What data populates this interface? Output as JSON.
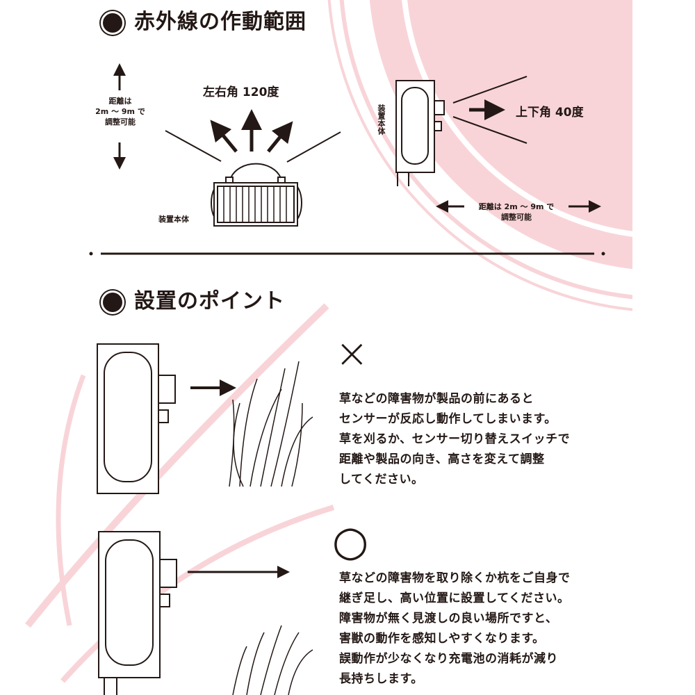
{
  "colors": {
    "pink": "#f8d4d8",
    "ink": "#231815"
  },
  "section1": {
    "title": "赤外線の作動範囲",
    "horizontal_angle": "左右角 120度",
    "vertical_angle": "上下角 40度",
    "distance_left": [
      "距離は",
      "2m ～ 9m で",
      "調整可能"
    ],
    "distance_bottom": [
      "距離は 2m ～ 9m で",
      "調整可能"
    ],
    "device_label": "装置本体"
  },
  "section2": {
    "title": "設置のポイント",
    "bad": {
      "mark": "×",
      "lines": [
        "草などの障害物が製品の前にあると",
        "センサーが反応し動作してしまいます。",
        "草を刈るか、センサー切り替えスイッチで",
        "距離や製品の向き、高さを変えて調整",
        "してください。"
      ]
    },
    "good": {
      "mark": "○",
      "lines": [
        "草などの障害物を取り除くか杭をご自身で",
        "継ぎ足し、高い位置に設置してください。",
        "障害物が無く見渡しの良い場所ですと、",
        "害獣の動作を感知しやすくなります。",
        "誤動作が少なくなり充電池の消耗が減り",
        "長持ちします。"
      ]
    }
  }
}
